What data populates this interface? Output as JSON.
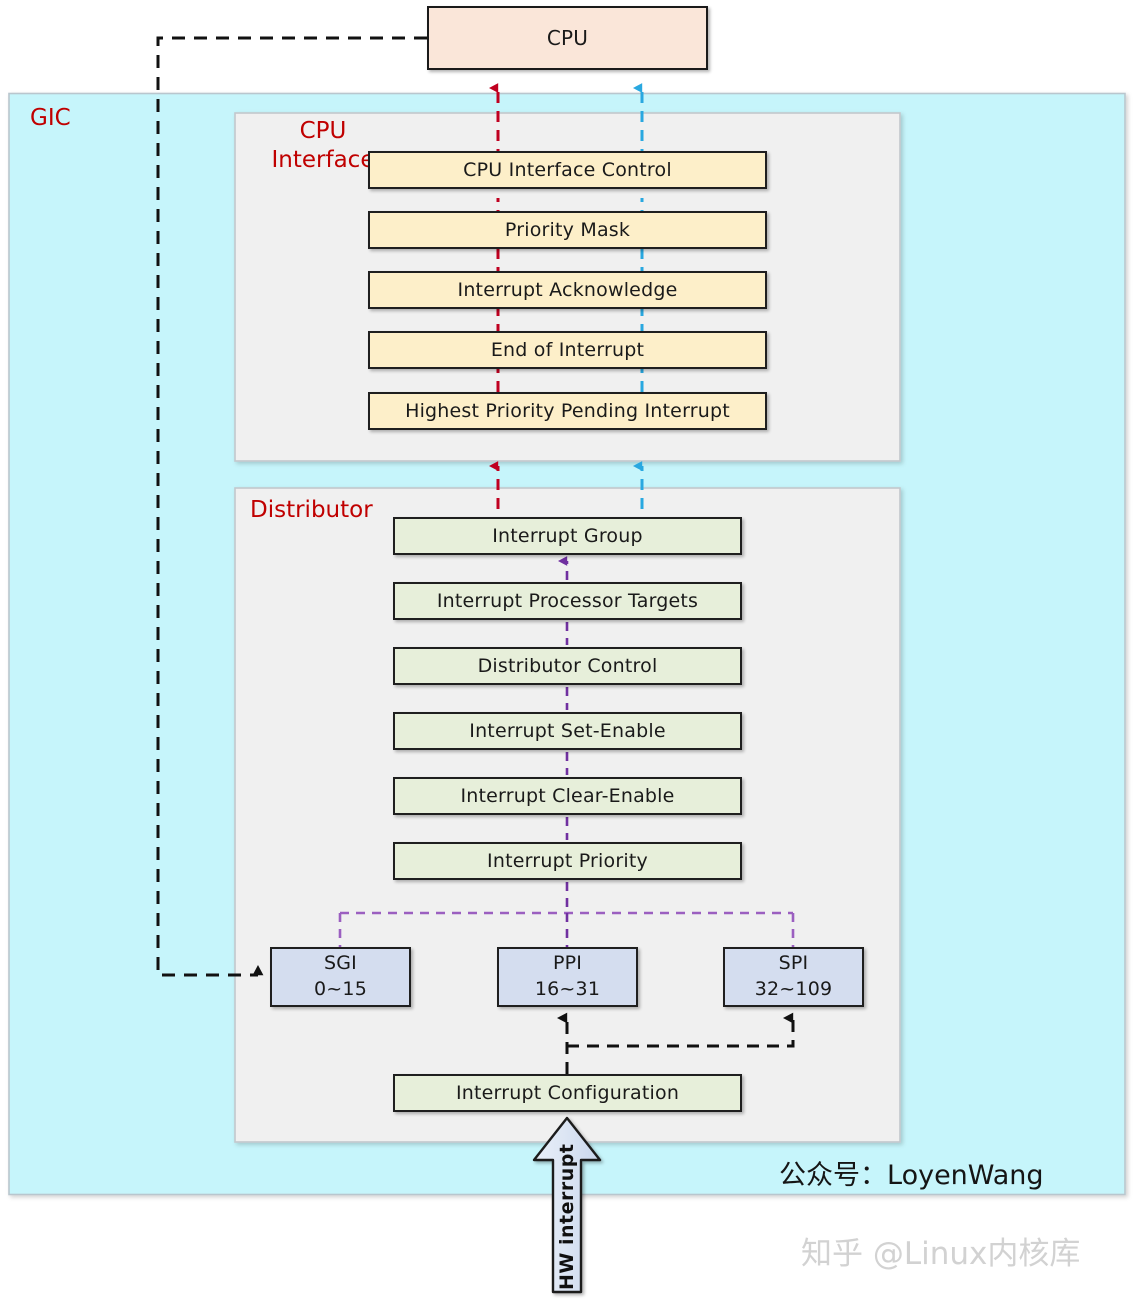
{
  "diagram": {
    "title": "GIC",
    "cpu": {
      "label": "CPU"
    },
    "cpu_interface": {
      "title_line1": "CPU",
      "title_line2": "Interface",
      "items": [
        {
          "label": "CPU Interface Control"
        },
        {
          "label": "Priority Mask"
        },
        {
          "label": "Interrupt Acknowledge"
        },
        {
          "label": "End of Interrupt"
        },
        {
          "label": "Highest Priority Pending Interrupt"
        }
      ]
    },
    "distributor": {
      "title": "Distributor",
      "items": [
        {
          "label": "Interrupt Group"
        },
        {
          "label": "Interrupt Processor Targets"
        },
        {
          "label": "Distributor Control"
        },
        {
          "label": "Interrupt Set-Enable"
        },
        {
          "label": "Interrupt Clear-Enable"
        },
        {
          "label": "Interrupt Priority"
        }
      ],
      "interrupt_types": [
        {
          "name": "SGI",
          "range": "0~15"
        },
        {
          "name": "PPI",
          "range": "16~31"
        },
        {
          "name": "SPI",
          "range": "32~109"
        }
      ],
      "config": {
        "label": "Interrupt Configuration"
      }
    },
    "hw_interrupt_label": "HW interrupt",
    "promo_text": "公众号：LoyenWang",
    "watermark_text": "知乎 @Linux内核库",
    "colors": {
      "gic_background": "#c6f5fb",
      "panel_background": "#f0f0f0",
      "cpu_box": "#fae6d9",
      "cpu_interface_box": "#fdefc9",
      "distributor_box": "#e7efda",
      "interrupt_type_box": "#d4ddef",
      "title_red": "#c00000",
      "arrow_red": "#c00020",
      "arrow_blue": "#29a8e0",
      "arrow_purple": "#7030a0",
      "arrow_black": "#111111"
    }
  }
}
